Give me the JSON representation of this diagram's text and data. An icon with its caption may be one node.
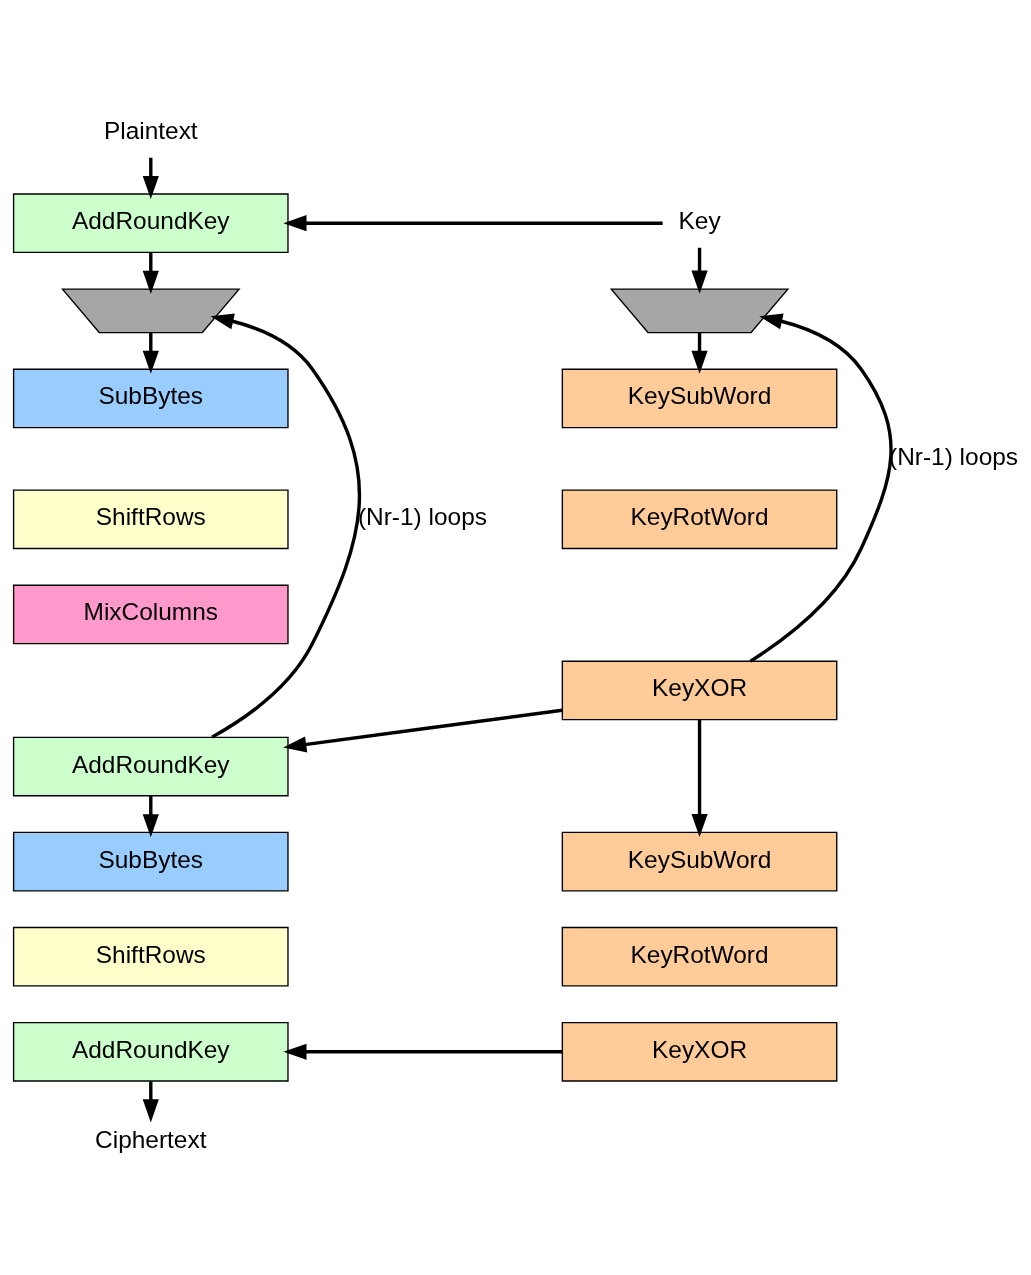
{
  "diagram": {
    "nodes": [
      {
        "text": [
          "Plaintext"
        ]
      },
      {
        "text": [
          "AddRoundKey"
        ]
      },
      {
        "text": [
          "Key"
        ]
      },
      {
        "text": [],
        "shape": "trapezoid"
      },
      {
        "text": [],
        "shape": "trapezoid"
      },
      {
        "text": [
          "SubBytes"
        ]
      },
      {
        "text": [
          "ShiftRows"
        ]
      },
      {
        "text": [
          "MixColumns"
        ]
      },
      {
        "text": [
          "AddRoundKey"
        ]
      },
      {
        "text": [
          "KeySubWord"
        ]
      },
      {
        "text": [
          "KeyRotWord"
        ]
      },
      {
        "text": [
          "KeyXOR"
        ]
      },
      {
        "text": [
          "SubBytes"
        ]
      },
      {
        "text": [
          "ShiftRows"
        ]
      },
      {
        "text": [
          "AddRoundKey"
        ]
      },
      {
        "text": [
          "KeySubWord"
        ]
      },
      {
        "text": [
          "KeyRotWord"
        ]
      },
      {
        "text": [
          "KeyXOR"
        ]
      },
      {
        "text": [
          "Ciphertext"
        ]
      }
    ],
    "edges": [
      {
        "from": 0,
        "to": 1,
        "arrow": "to"
      },
      {
        "from": 2,
        "to": 1,
        "arrow": "to"
      },
      {
        "from": 2,
        "to": 4,
        "arrow": "to"
      },
      {
        "from": 1,
        "to": 3,
        "arrow": "to"
      },
      {
        "from": 8,
        "to": 3,
        "arrow": "to",
        "label": "(Nr-1) loops"
      },
      {
        "from": 3,
        "to": 5,
        "arrow": "to"
      },
      {
        "from": 4,
        "to": 9,
        "arrow": "to"
      },
      {
        "from": 11,
        "to": 8,
        "arrow": "to"
      },
      {
        "from": 11,
        "to": 4,
        "arrow": "to",
        "label": "(Nr-1) loops"
      },
      {
        "from": 11,
        "to": 15,
        "arrow": "to"
      },
      {
        "from": 8,
        "to": 12,
        "arrow": "to"
      },
      {
        "from": 17,
        "to": 14,
        "arrow": "to"
      },
      {
        "from": 14,
        "to": 18,
        "arrow": "to"
      }
    ]
  }
}
